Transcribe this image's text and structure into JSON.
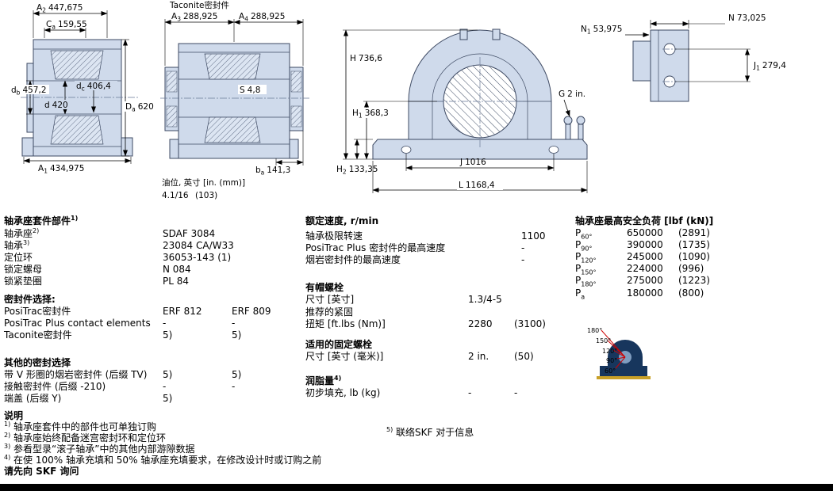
{
  "drawings": {
    "taconite_title": "Taconite密封件",
    "section": {
      "a2": {
        "sym": "A",
        "sub": "2",
        "val": "447,675"
      },
      "ca": {
        "sym": "C",
        "sub": "a",
        "val": "159,55"
      },
      "db": {
        "sym": "d",
        "sub": "b",
        "val": "457,2"
      },
      "d": {
        "sym": "d",
        "val": "420"
      },
      "dc": {
        "sym": "d",
        "sub": "c",
        "val": "406,4"
      },
      "da": {
        "sym": "D",
        "sub": "a",
        "val": "620"
      },
      "a1": {
        "sym": "A",
        "sub": "1",
        "val": "434,975"
      }
    },
    "taconite": {
      "a3": {
        "sym": "A",
        "sub": "3",
        "val": "288,925"
      },
      "a4": {
        "sym": "A",
        "sub": "4",
        "val": "288,925"
      },
      "s": {
        "sym": "S",
        "val": "4,8"
      },
      "ba": {
        "sym": "b",
        "sub": "a",
        "val": "141,3"
      },
      "oil_label": "油位, 英寸 [in. (mm)]",
      "oil_in": "4.1/16",
      "oil_mm": "(103)"
    },
    "front": {
      "h": {
        "sym": "H",
        "val": "736,6"
      },
      "h1": {
        "sym": "H",
        "sub": "1",
        "val": "368,3"
      },
      "h2": {
        "sym": "H",
        "sub": "2",
        "val": "133,35"
      },
      "g": {
        "sym": "G",
        "val": "2 in."
      },
      "j": {
        "sym": "J",
        "val": "1016"
      },
      "l": {
        "sym": "L",
        "val": "1168,4"
      }
    },
    "end": {
      "n": {
        "sym": "N",
        "val": "73,025"
      },
      "n1": {
        "sym": "N",
        "sub": "1",
        "val": "53,975"
      },
      "j1": {
        "sym": "J",
        "sub": "1",
        "val": "279,4"
      }
    }
  },
  "parts": {
    "header": "轴承座套件部件",
    "header_sup": "1)",
    "rows": [
      {
        "label": "轴承座",
        "sup": "2)",
        "v1": "SDAF 3084"
      },
      {
        "label": "轴承",
        "sup": "3)",
        "v1": "23084 CA/W33"
      },
      {
        "label": "定位环",
        "v1": "36053-143 (1)"
      },
      {
        "label": "锁定螺母",
        "v1": "N 084"
      },
      {
        "label": "锁紧垫圈",
        "v1": "PL 84"
      }
    ],
    "seal_header": "密封件选择:",
    "seal_rows": [
      {
        "label": "PosiTrac密封件",
        "v1": "ERF 812",
        "v2": "ERF 809"
      },
      {
        "label": "PosiTrac Plus contact elements",
        "v1": "-",
        "v2": "-"
      },
      {
        "label": "Taconite密封件",
        "v1": "5)",
        "v2": "5)"
      }
    ],
    "other_header": "其他的密封选择",
    "other_rows": [
      {
        "label": "带 V 形圈的烟岩密封件 (后缀 TV)",
        "v1": "5)",
        "v2": "5)"
      },
      {
        "label": "接触密封件 (后缀 -210)",
        "v1": "-",
        "v2": "-"
      },
      {
        "label": "端盖 (后缀 Y)",
        "v1": "5)",
        "v2": ""
      }
    ]
  },
  "speeds": {
    "header": "额定速度, r/min",
    "rows": [
      {
        "label": "轴承极限转速",
        "val": "1100"
      },
      {
        "label": "PosiTrac Plus 密封件的最高速度",
        "val": "-"
      },
      {
        "label": "烟岩密封件的最高速度",
        "val": "-"
      }
    ]
  },
  "cap_bolts": {
    "header": "有帽螺栓",
    "size_label": "尺寸 [英寸]",
    "size_val": "1.3/4-5",
    "torque_label1": "推荐的紧固",
    "torque_label2": "扭矩 [ft.lbs (Nm)]",
    "torque_v1": "2280",
    "torque_v2": "(3100)"
  },
  "foundation_bolts": {
    "header": "适用的固定螺栓",
    "size_label": "尺寸 [英寸 (毫米)]",
    "v1": "2 in.",
    "v2": "(50)"
  },
  "grease": {
    "header": "润脂量",
    "header_sup": "4)",
    "label": "初步填充, lb (kg)",
    "v1": "-",
    "v2": "-"
  },
  "loads": {
    "header": "轴承座最高安全负荷 [lbf (kN)]",
    "p_sym": "P",
    "rows": [
      {
        "sub": "60°",
        "v1": "650000",
        "v2": "(2891)"
      },
      {
        "sub": "90°",
        "v1": "390000",
        "v2": "(1735)"
      },
      {
        "sub": "120°",
        "v1": "245000",
        "v2": "(1090)"
      },
      {
        "sub": "150°",
        "v1": "224000",
        "v2": "(996)"
      },
      {
        "sub": "180°",
        "v1": "275000",
        "v2": "(1223)"
      },
      {
        "sub": "a",
        "v1": "180000",
        "v2": "(800)"
      }
    ],
    "angles": [
      "180°",
      "150°",
      "120°",
      "90°",
      "60°"
    ]
  },
  "footnote5": {
    "sup": "5)",
    "text": "联络SKF 对于信息"
  },
  "notes": {
    "header": "说明",
    "items": [
      {
        "sup": "1)",
        "text": "轴承座套件中的部件也可单独订购"
      },
      {
        "sup": "2)",
        "text": "轴承座始终配备迷宫密封环和定位环"
      },
      {
        "sup": "3)",
        "text": "参看型录“滚子轴承”中的其他内部游隙数据"
      },
      {
        "sup": "4)",
        "text": "在使 100% 轴承充填和 50% 轴承座充填要求，在修改设计时或订购之前"
      }
    ],
    "footer_bold": "请先向 SKF 询问"
  }
}
